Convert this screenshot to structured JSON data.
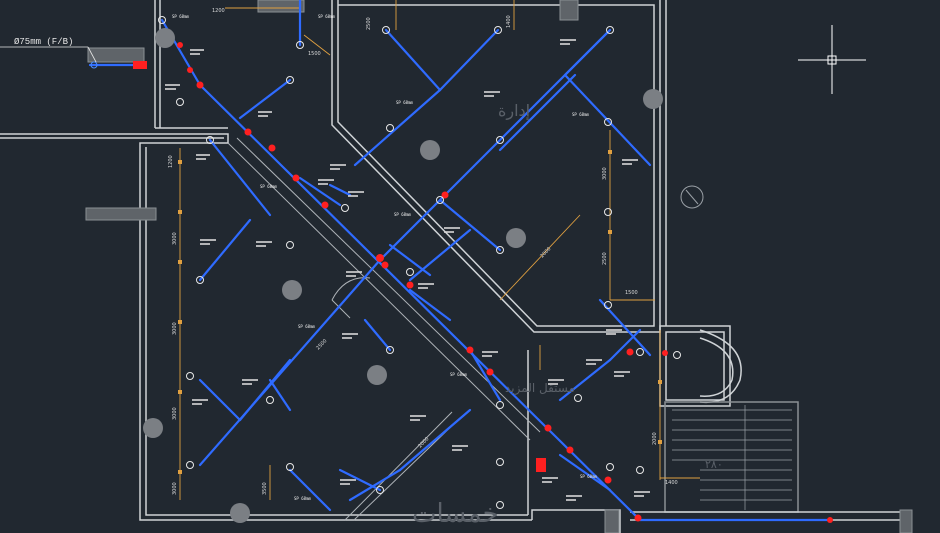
{
  "drawing": {
    "pipe_tag": "Ø75mm (F/B)",
    "watermark_main": "خمسات",
    "watermark_side": "مستقل المزيد",
    "watermark_side2": "إدارة",
    "arabic_note": "٢٨٠",
    "colors": {
      "background": "#212830",
      "wall": "#cfd3d6",
      "pipe": "#2f6bff",
      "node_red": "#ff2020",
      "dimension": "#e0a040",
      "grey": "#7b7f84"
    }
  },
  "sprinkler_labels": [
    "SP 68mm",
    "SP 68mm",
    "SP 68mm",
    "SP 68mm",
    "SP 68mm",
    "SP 68mm",
    "SP 68mm",
    "SP 68mm",
    "SP 68mm",
    "SP 68mm"
  ],
  "dimensions": [
    "1200",
    "3000",
    "3000",
    "3000",
    "3000",
    "3000",
    "2500",
    "1500",
    "1400",
    "2000",
    "2000",
    "2500",
    "1400",
    "1500",
    "1200",
    "3500",
    "2500",
    "2000"
  ]
}
